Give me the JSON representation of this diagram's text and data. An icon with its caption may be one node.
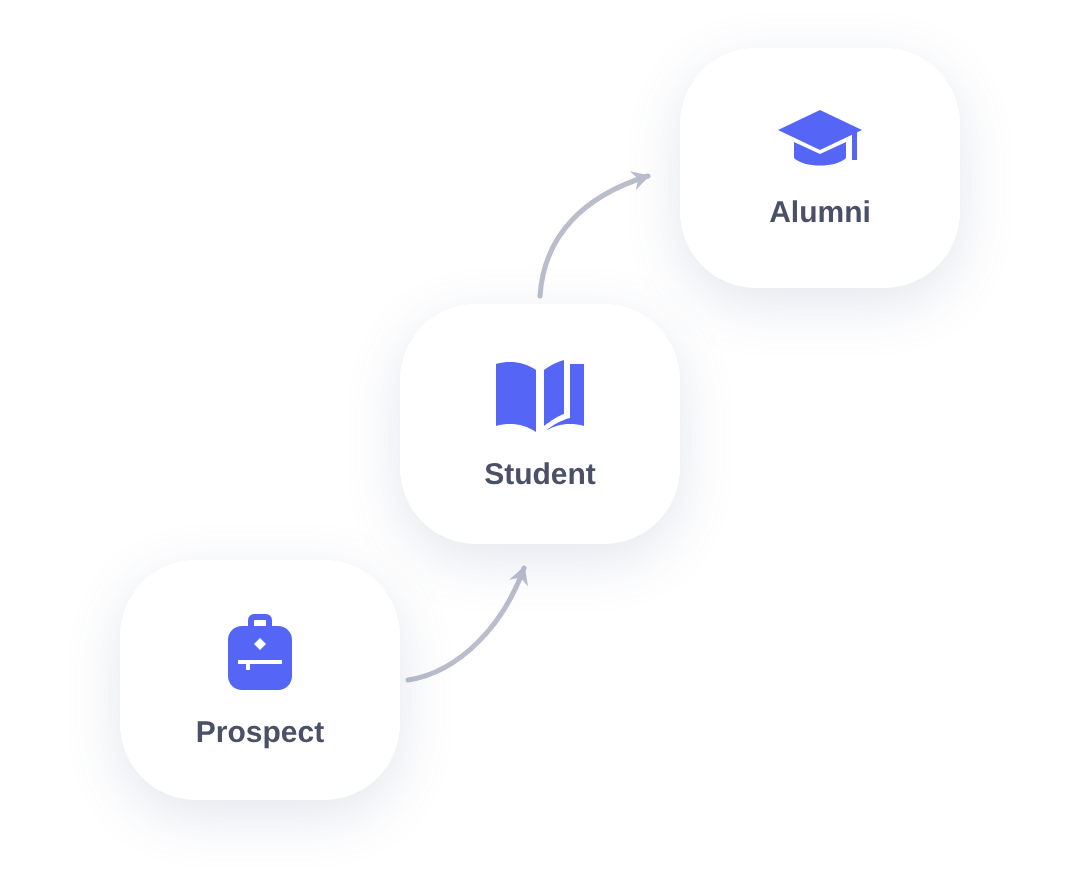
{
  "diagram": {
    "nodes": [
      {
        "text": [
          "Prospect"
        ]
      },
      {
        "text": [
          "Student"
        ]
      },
      {
        "text": [
          "Alumni"
        ]
      }
    ],
    "edges": [
      {
        "from": 0,
        "to": 1,
        "arrow": "to"
      },
      {
        "from": 1,
        "to": 2,
        "arrow": "to"
      }
    ]
  }
}
